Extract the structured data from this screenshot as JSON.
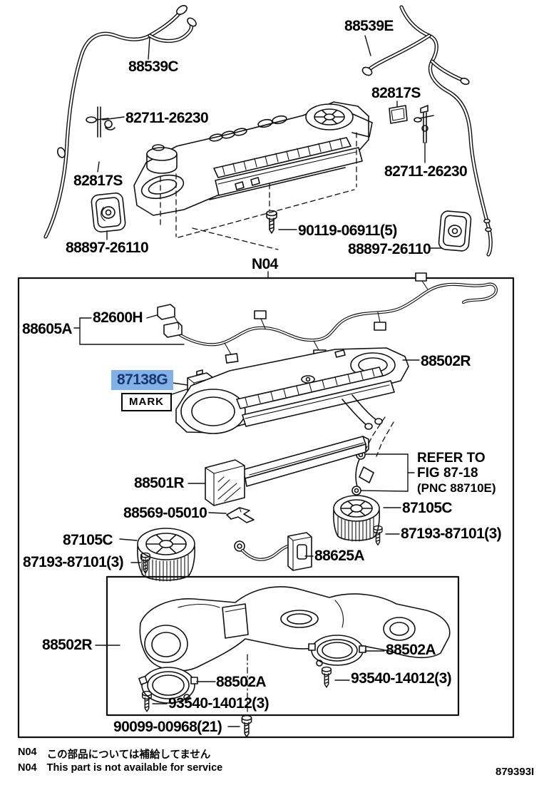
{
  "highlight": {
    "bg": "#82B1E8",
    "text": "#1A3674"
  },
  "frame": {
    "tag": "N04"
  },
  "callouts": {
    "hose_88539C": "88539C",
    "hose_88539E": "88539E",
    "pad_82817S_right": "82817S",
    "clip_82711_left": "82711-26230",
    "clip_82711_right": "82711-26230",
    "pad_82817S_left": "82817S",
    "grommet_88897_left": "88897-26110",
    "screw_90119": "90119-06911(5)",
    "grommet_88897_right": "88897-26110",
    "harness_88605A": "88605A",
    "connector_82600H": "82600H",
    "case_88502R_top": "88502R",
    "sensor_87138G": "87138G",
    "mark_label": "MARK",
    "refer_line1": "REFER TO",
    "refer_line2": "FIG 87-18",
    "refer_line3": "(PNC 88710E)",
    "core_88501R": "88501R",
    "clip_88569": "88569-05010",
    "blower_87105C_right": "87105C",
    "screw_87193_right": "87193-87101(3)",
    "blower_87105C_left": "87105C",
    "screw_87193_left": "87193-87101(3)",
    "amp_88625A": "88625A",
    "case_88502R_bottom": "88502R",
    "gasket_88502A_left": "88502A",
    "screw_93540_left": "93540-14012(3)",
    "gasket_88502A_right": "88502A",
    "screw_93540_right": "93540-14012(3)",
    "screw_90099": "90099-00968(21)"
  },
  "notes": [
    {
      "prefix": "N04",
      "text": "この部品については補給してません"
    },
    {
      "prefix": "N04",
      "text": "This part is not available for service"
    }
  ],
  "fig_code": "879393I"
}
